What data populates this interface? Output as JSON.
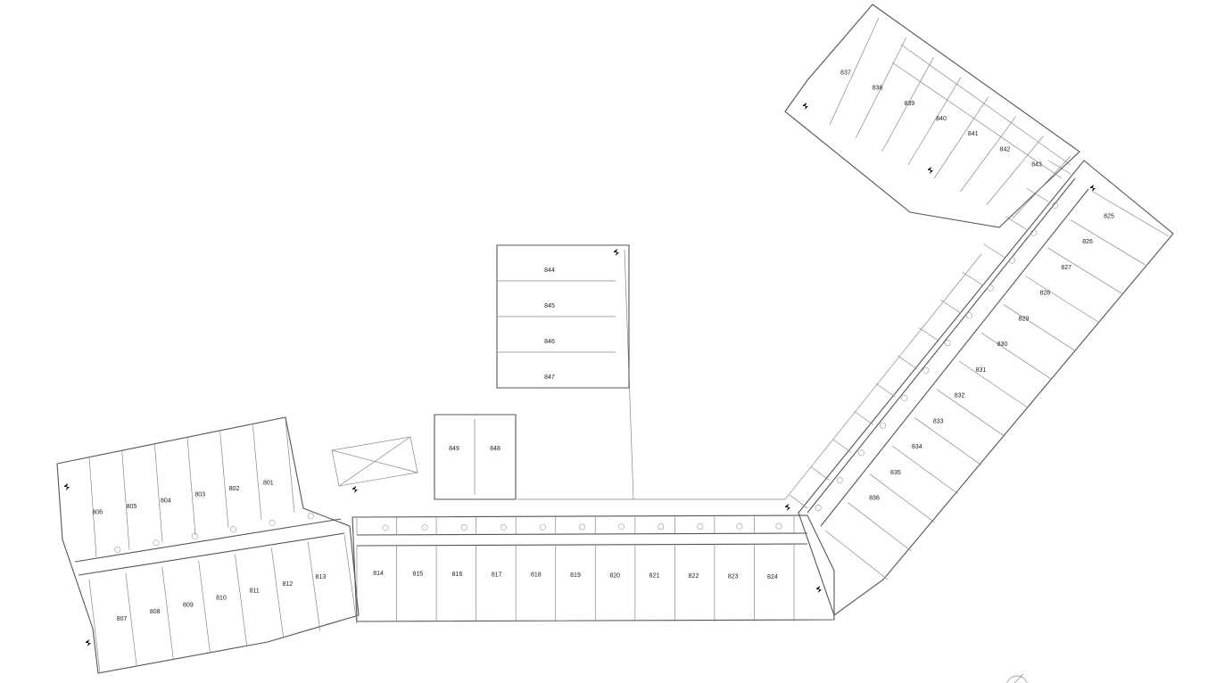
{
  "plan": {
    "line_color": "#555555",
    "background": "#ffffff",
    "exit_icon": "exit-sign-icon",
    "rooms": {
      "west_north": [
        "801",
        "802",
        "803",
        "804",
        "805",
        "806"
      ],
      "west_south": [
        "807",
        "808",
        "809",
        "810",
        "811",
        "812",
        "813"
      ],
      "center_south": [
        "814",
        "815",
        "816",
        "817",
        "818",
        "819",
        "820",
        "821",
        "822",
        "823",
        "824"
      ],
      "east_wing": [
        "825",
        "826",
        "827",
        "828",
        "829",
        "830",
        "831",
        "832",
        "833",
        "834",
        "835",
        "836"
      ],
      "northeast_wing": [
        "837",
        "838",
        "839",
        "840",
        "841",
        "842",
        "843"
      ],
      "north_block": [
        "844",
        "845",
        "846",
        "847"
      ],
      "center_block": [
        "848",
        "849"
      ]
    }
  }
}
